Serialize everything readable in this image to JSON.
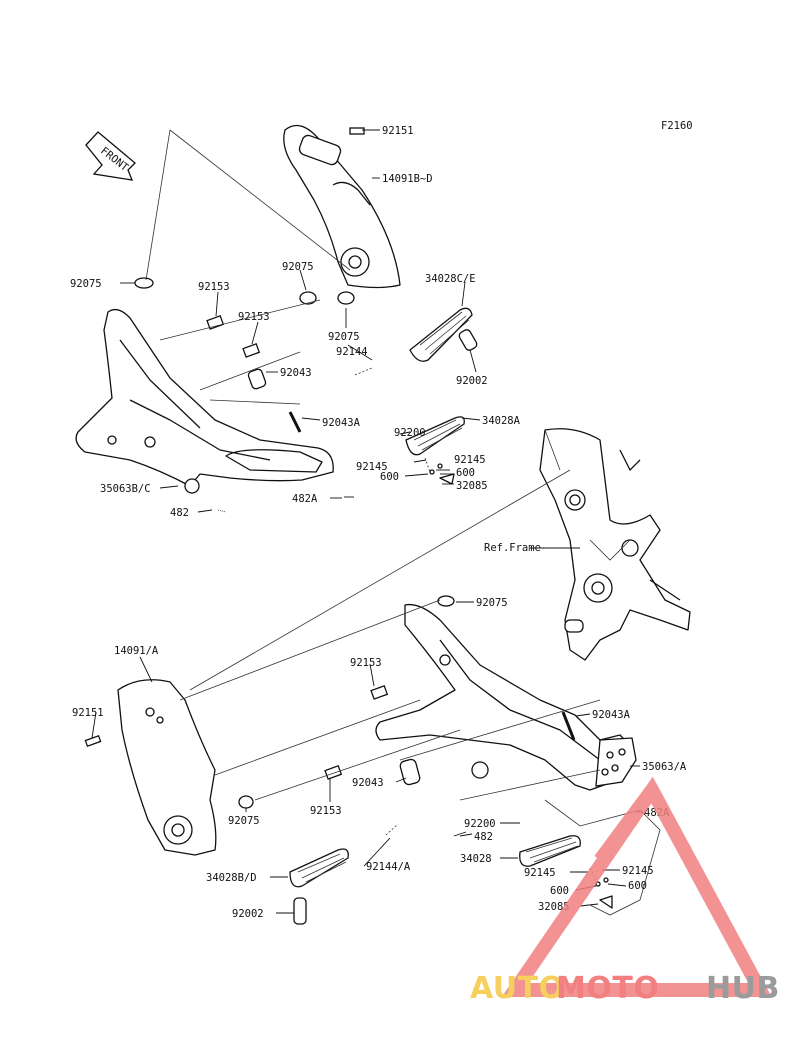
{
  "figure_code": "F2160",
  "front_label": "FRONT",
  "upper_labels": {
    "p92151": "92151",
    "p14091bd": "14091B~D",
    "p92075_left": "92075",
    "p92153_a": "92153",
    "p92075_mid": "92075",
    "p34028ce": "34028C/E",
    "p92153_b": "92153",
    "p92075_lower": "92075",
    "p92144": "92144",
    "p92043": "92043",
    "p92002": "92002",
    "p92043a": "92043A",
    "p92200": "92200",
    "p34028a": "34028A",
    "p92145_left": "92145",
    "p92145_right": "92145",
    "p600_right": "600",
    "p600_left": "600",
    "p32085": "32085",
    "p35063bc": "35063B/C",
    "p482a": "482A",
    "p482": "482"
  },
  "lower_labels": {
    "ref_frame": "Ref.Frame",
    "p92075_top": "92075",
    "p14091a": "14091/A",
    "p92153_a": "92153",
    "p92043a": "92043A",
    "p92151": "92151",
    "p35063a": "35063/A",
    "p92043": "92043",
    "p482a": "482A",
    "p92153_b": "92153",
    "p92075_bottom": "92075",
    "p92200": "92200",
    "p482": "482",
    "p34028": "34028",
    "p92145_a": "92145",
    "p92144a": "92144/A",
    "p34028bd": "34028B/D",
    "p92145_b": "92145",
    "p600_a": "600",
    "p600_b": "600",
    "p32085": "32085",
    "p92002": "92002"
  },
  "watermark": {
    "part1": "AUTO",
    "part2": "MOTO",
    "part3": "HUB",
    "colors": {
      "triangle": "#f08080",
      "auto": "#f5c842",
      "moto": "#f06a6a",
      "hub": "#8a8a8a"
    }
  }
}
